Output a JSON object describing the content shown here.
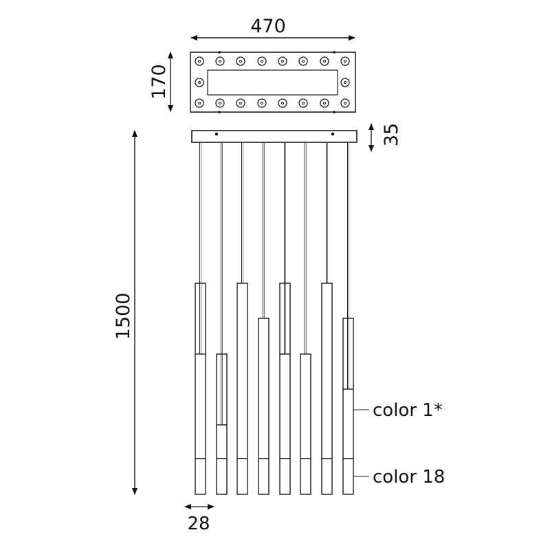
{
  "dimensions": {
    "width": "470",
    "depth": "170",
    "canopy_height": "35",
    "total_height": "1500",
    "tube_diameter": "28"
  },
  "callouts": {
    "upper": "color 1*",
    "lower": "color 18"
  },
  "colors": {
    "line": "#1a1a1a",
    "background": "#ffffff"
  },
  "pendants": [
    {
      "index": 1,
      "length_level": "long",
      "split": true
    },
    {
      "index": 2,
      "length_level": "short",
      "split": true
    },
    {
      "index": 3,
      "length_level": "long",
      "split": false
    },
    {
      "index": 4,
      "length_level": "medium",
      "split": false
    },
    {
      "index": 5,
      "length_level": "long",
      "split": true
    },
    {
      "index": 6,
      "length_level": "short",
      "split": false
    },
    {
      "index": 7,
      "length_level": "long",
      "split": false
    },
    {
      "index": 8,
      "length_level": "medium",
      "split": true
    }
  ]
}
